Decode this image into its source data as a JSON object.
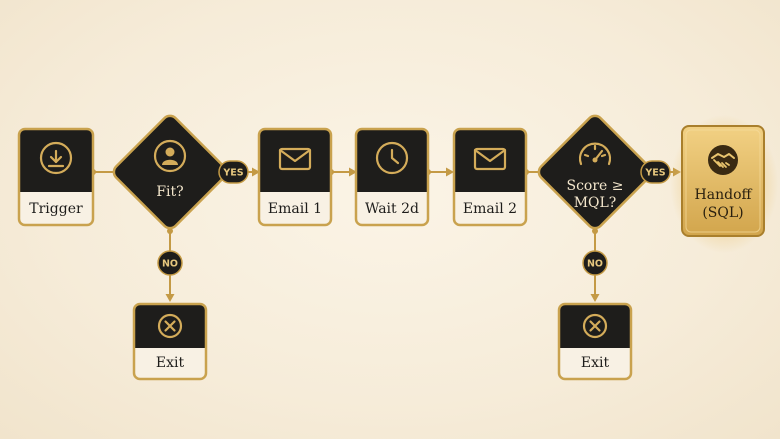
{
  "nodes": {
    "trigger": {
      "label": "Trigger",
      "icon": "download-icon"
    },
    "fit": {
      "label": "Fit?",
      "icon": "user-icon"
    },
    "email1": {
      "label": "Email 1",
      "icon": "envelope-icon"
    },
    "wait": {
      "label": "Wait 2d",
      "icon": "clock-icon"
    },
    "email2": {
      "label": "Email 2",
      "icon": "envelope-icon"
    },
    "score": {
      "label_line1": "Score ≥",
      "label_line2": "MQL?",
      "icon": "gauge-icon"
    },
    "handoff": {
      "label_line1": "Handoff",
      "label_line2": "(SQL)",
      "icon": "handshake-icon"
    },
    "exit_fit": {
      "label": "Exit",
      "icon": "close-circle-icon"
    },
    "exit_score": {
      "label": "Exit",
      "icon": "close-circle-icon"
    }
  },
  "branches": {
    "fit_yes": "YES",
    "fit_no": "NO",
    "score_yes": "YES",
    "score_no": "NO"
  },
  "colors": {
    "background": "#f6ecd9",
    "card_dark": "#1e1d1b",
    "accent_gold": "#c9a24e",
    "handoff_gold": "#e0b85f"
  }
}
